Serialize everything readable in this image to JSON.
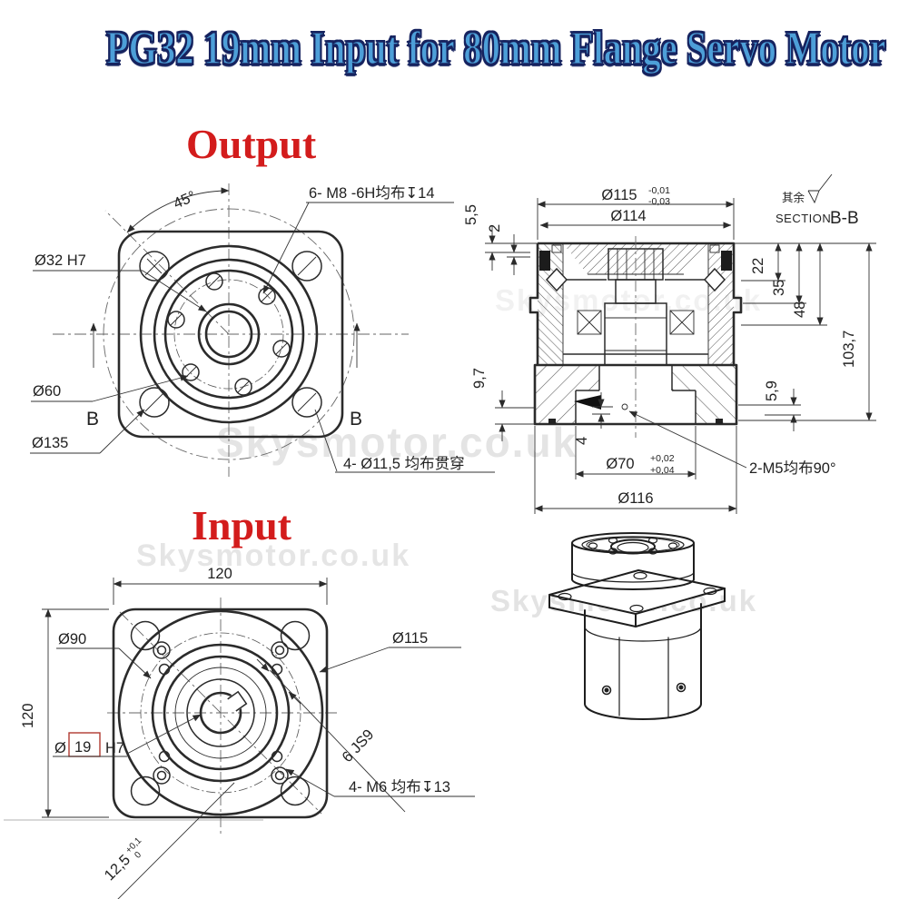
{
  "title": "PG32 19mm Input for 80mm Flange Servo Motor",
  "watermark": "Skysmotor.co.uk",
  "colors": {
    "title_fill": "#4d9fd8",
    "title_outline": "#16235f",
    "view_label_red": "#d31c1c",
    "line": "#2b2b2b",
    "bore_box_red": "#b03a30"
  },
  "output_view": {
    "label": "Output",
    "angle_dim": "45°",
    "top_note": "6- M8 -6H均布↧14",
    "bore_dim": "Ø32 H7",
    "bolt_circle_dim": "Ø60",
    "flange_dim": "Ø135",
    "section_letter_left": "B",
    "section_letter_right": "B",
    "bottom_note": "4- Ø11,5 均布贯穿"
  },
  "section_view": {
    "caption_prefix": "SECTION",
    "caption_ref": "B-B",
    "finish_note": "其余",
    "dia115": "Ø115",
    "dia115_tol_hi": "-0,01",
    "dia115_tol_lo": "-0,03",
    "dia114": "Ø114",
    "dim_5_5": "5,5",
    "dim_2": "2",
    "dim_22": "22",
    "dim_35": "35",
    "dim_48": "48",
    "dim_103_7": "103,7",
    "dim_9_7": "9,7",
    "dim_4": "4",
    "dim_5_9": "5,9",
    "dia70": "Ø70",
    "dia70_tol_hi": "+0,02",
    "dia70_tol_lo": "+0,04",
    "thread_note": "2-M5均布90°",
    "dia116": "Ø116"
  },
  "input_view": {
    "label": "Input",
    "width_dim": "120",
    "height_dim": "120",
    "dia90": "Ø90",
    "dia115": "Ø115",
    "bore_prefix": "Ø",
    "bore_size": "19",
    "bore_fit": "H7",
    "key_dim": "6 JS9",
    "screw_note": "4- M6 均布↧13",
    "depth_dim": "12,5",
    "depth_tol_hi": "+0,1",
    "depth_tol_lo": "0"
  }
}
